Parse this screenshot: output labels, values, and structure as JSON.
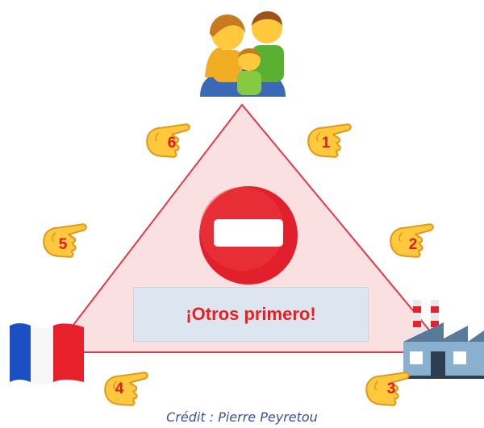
{
  "center_banner": {
    "text": "¡Otros primero!"
  },
  "credit": {
    "text": "Crédit : Pierre Peyretou"
  },
  "steps": [
    "1",
    "2",
    "3",
    "4",
    "5",
    "6"
  ],
  "icons": {
    "top": "family-icon",
    "bottom_left": "french-flag-icon",
    "bottom_right": "factory-icon",
    "center": "no-entry-sign-icon",
    "pointers": "pointing-hand-icon"
  },
  "colors": {
    "triangle_fill": "#fbe0e2",
    "triangle_stroke": "#e0394a",
    "no_entry": "#e2202b",
    "number": "#e21a1a",
    "banner_bg": "#dde6f0",
    "credit": "#3b4f9a"
  }
}
